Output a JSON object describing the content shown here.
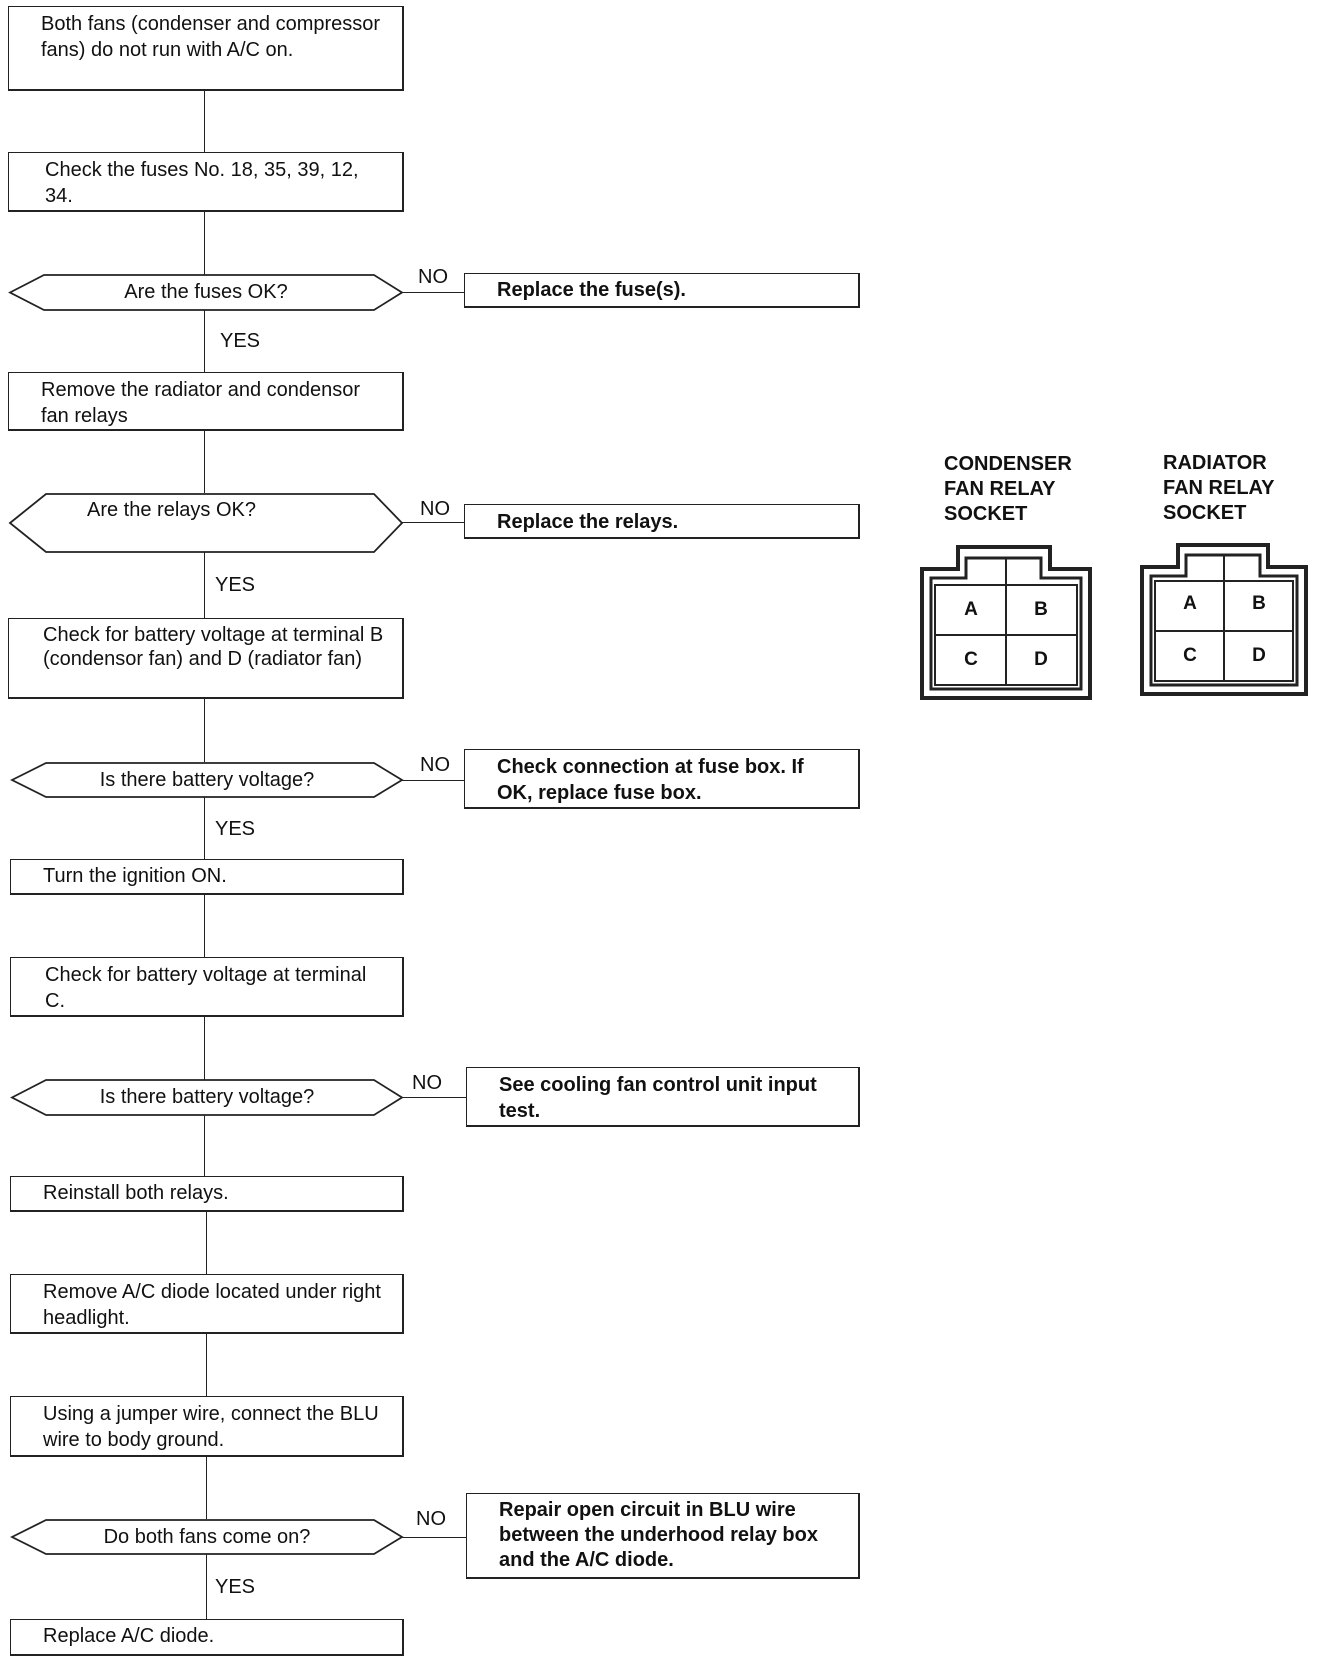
{
  "steps": {
    "s1": "Both fans (condenser and compressor fans) do not run with A/C on.",
    "s2": "Check the fuses No. 18, 35, 39, 12, 34.",
    "s3": "Remove the radiator and condensor fan relays",
    "s4": "Check for battery voltage at terminal B (condensor fan) and D (radiator fan)",
    "s5": "Turn the ignition ON.",
    "s6": "Check for battery voltage at terminal C.",
    "s7": "Reinstall both relays.",
    "s8": "Remove A/C diode located under right headlight.",
    "s9": "Using a jumper wire, connect the BLU wire to body ground.",
    "s10": "Replace A/C diode."
  },
  "decisions": {
    "d1": "Are the fuses OK?",
    "d2": "Are the relays OK?",
    "d3": "Is there battery voltage?",
    "d4": "Is there battery voltage?",
    "d5": "Do both fans come on?"
  },
  "actions": {
    "a1": "Replace the fuse(s).",
    "a2": "Replace the relays.",
    "a3": "Check connection at fuse box. If OK, replace fuse box.",
    "a4": "See cooling fan control unit input test.",
    "a5": "Repair open circuit in BLU wire between the underhood relay box and the A/C diode."
  },
  "labels": {
    "no": "NO",
    "yes": "YES"
  },
  "sockets": {
    "condenser_title": "CONDENSER\nFAN RELAY\nSOCKET",
    "radiator_title": "RADIATOR\nFAN RELAY\nSOCKET",
    "terminals": [
      "A",
      "B",
      "C",
      "D"
    ]
  }
}
